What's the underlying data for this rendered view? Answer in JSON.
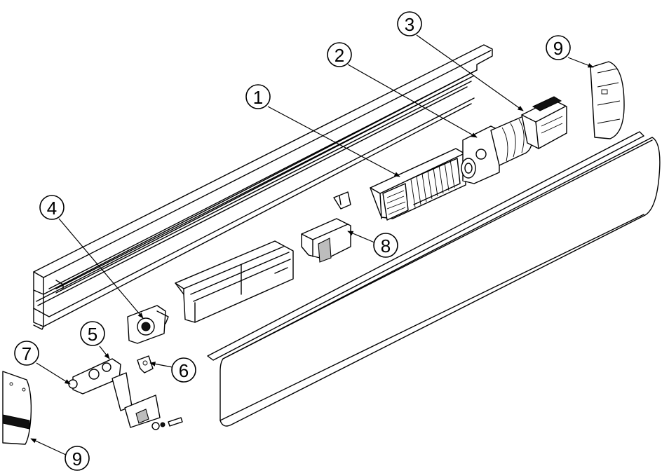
{
  "callouts": [
    {
      "label": "1"
    },
    {
      "label": "2"
    },
    {
      "label": "3"
    },
    {
      "label": "4"
    },
    {
      "label": "5"
    },
    {
      "label": "6"
    },
    {
      "label": "7"
    },
    {
      "label": "8"
    },
    {
      "label": "9"
    },
    {
      "label": "9"
    }
  ]
}
